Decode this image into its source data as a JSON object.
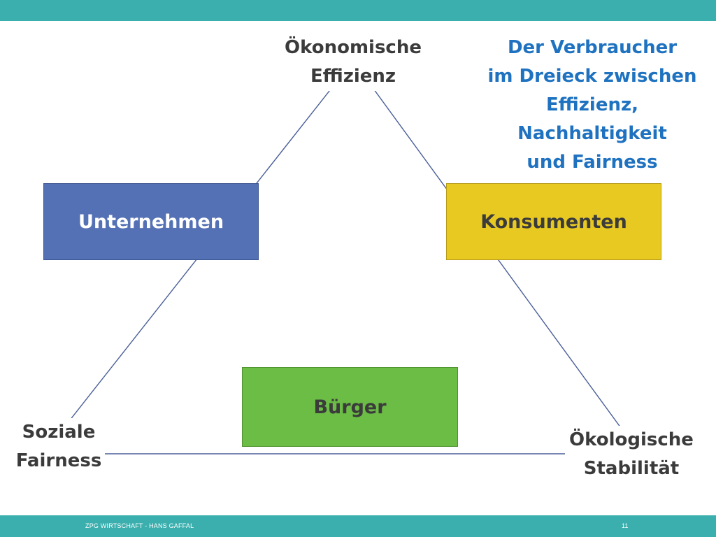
{
  "diagram": {
    "title_lines": [
      "Der Verbraucher",
      "im Dreieck zwischen",
      "Effizienz, Nachhaltigkeit",
      "und Fairness"
    ],
    "vertices": {
      "top": [
        "Ökonomische",
        "Effizienz"
      ],
      "bottom_left": [
        "Soziale",
        "Fairness"
      ],
      "bottom_right": [
        "Ökologische",
        "Stabilität"
      ]
    },
    "boxes": {
      "unternehmen": "Unternehmen",
      "konsumenten": "Konsumenten",
      "buerger": "Bürger"
    }
  },
  "footer": {
    "left": "ZPG WIRTSCHAFT - HANS GAFFAL",
    "page_number": "11"
  },
  "colors": {
    "accent_bar": "#3aafae",
    "title_text": "#1e72c0",
    "unternehmen_box": "#5471b5",
    "konsumenten_box": "#e8c922",
    "buerger_box": "#6bbd45",
    "triangle_line": "#4a5f9a"
  }
}
